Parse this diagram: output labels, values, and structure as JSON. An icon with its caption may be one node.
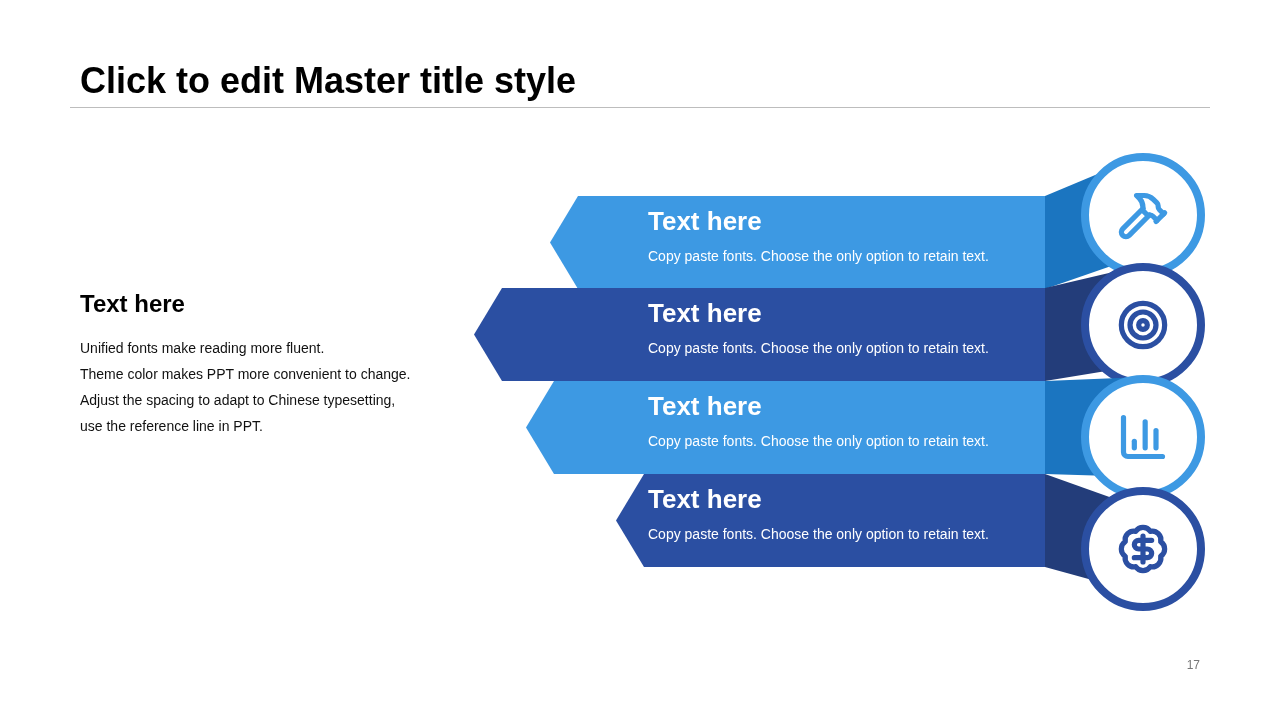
{
  "diagram": {
    "title": "Click to edit Master title style",
    "nodes": [
      {
        "text": [
          "Text here",
          "Copy paste fonts. Choose the only option to retain text."
        ]
      },
      {
        "text": [
          "Text here",
          "Copy paste fonts. Choose the only option to retain text."
        ]
      },
      {
        "text": [
          "Text here",
          "Copy paste fonts. Choose the only option to retain text."
        ]
      },
      {
        "text": [
          "Text here",
          "Copy paste fonts. Choose the only option to retain text."
        ]
      }
    ],
    "labels": [
      "Text here",
      "Unified fonts make reading more fluent.",
      "Theme color makes PPT more convenient to change.",
      "Adjust the spacing to adapt to Chinese typesetting,",
      "use the reference line in PPT.",
      "17"
    ]
  }
}
